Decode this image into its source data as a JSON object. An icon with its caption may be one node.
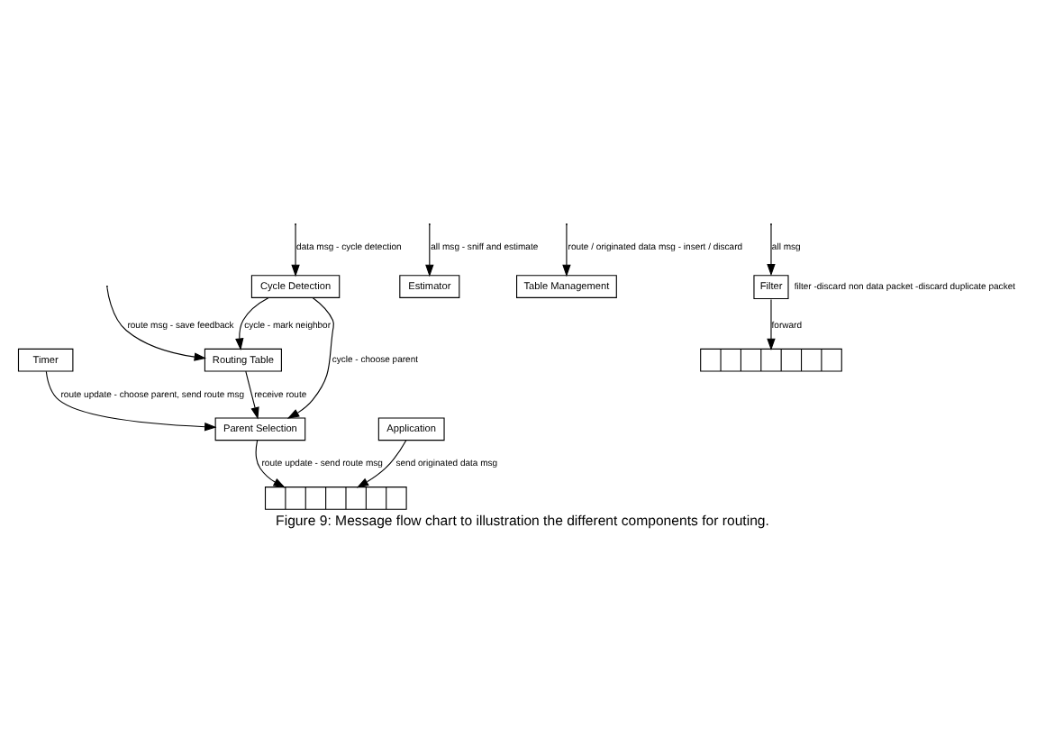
{
  "diagram": {
    "caption": "Figure 9: Message flow chart to illustration the different components for routing.",
    "nodes": [
      {
        "text": [
          "Timer"
        ]
      },
      {
        "text": [
          "Parent Selection"
        ]
      },
      {
        "text": [
          "Cycle Detection"
        ]
      },
      {
        "text": [
          "Estimator"
        ]
      },
      {
        "text": [
          "Routing Table"
        ]
      },
      {
        "text": [
          "Table Management"
        ]
      },
      {
        "text": [
          "Filter"
        ],
        "beside": [
          "filter -discard non data packet -discard duplicate packet"
        ]
      },
      {
        "text": [],
        "shape": "queue"
      },
      {
        "text": [],
        "shape": "queue"
      },
      {
        "text": [
          "Application"
        ]
      }
    ],
    "edges": [
      {
        "from": 0,
        "to": 1,
        "arrow": "to",
        "label": "route update - choose parent, send route msg"
      },
      {
        "from": 2,
        "to": 1,
        "arrow": "to",
        "label": "cycle - choose parent"
      },
      {
        "from": 2,
        "to": 4,
        "arrow": "to",
        "label": "cycle - mark neighbor"
      },
      {
        "from": 4,
        "to": 1,
        "arrow": "to",
        "label": "receive route"
      },
      {
        "from": 1,
        "to": 8,
        "arrow": "to",
        "label": "route update - send route msg"
      },
      {
        "from": 6,
        "to": 7,
        "arrow": "to",
        "label": "forward"
      },
      {
        "from": 9,
        "to": 8,
        "arrow": "to",
        "label": "send originated data msg"
      },
      {
        "from": null,
        "to": 2,
        "arrow": "to",
        "label": "data msg - cycle detection"
      },
      {
        "from": null,
        "to": 3,
        "arrow": "to",
        "label": "all msg - sniff and estimate"
      },
      {
        "from": null,
        "to": 4,
        "arrow": "to",
        "label": "route msg - save feedback"
      },
      {
        "from": null,
        "to": 5,
        "arrow": "to",
        "label": "route / originated data msg - insert / discard"
      },
      {
        "from": null,
        "to": 6,
        "arrow": "to",
        "label": "all msg"
      }
    ]
  }
}
